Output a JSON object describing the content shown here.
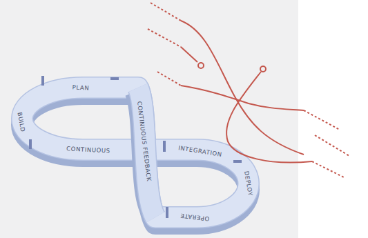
{
  "diagram": {
    "nodes": [
      {
        "text": [
          "PLAN"
        ]
      },
      {
        "text": [
          "BUILD"
        ]
      },
      {
        "text": [
          "CONTINUOUS"
        ]
      },
      {
        "text": [
          "CONTINUOUS FEEDBACK"
        ]
      },
      {
        "text": [
          "INTEGRATION"
        ]
      },
      {
        "text": [
          "DEPLOY"
        ]
      },
      {
        "text": [
          "OPERATE"
        ]
      }
    ]
  }
}
